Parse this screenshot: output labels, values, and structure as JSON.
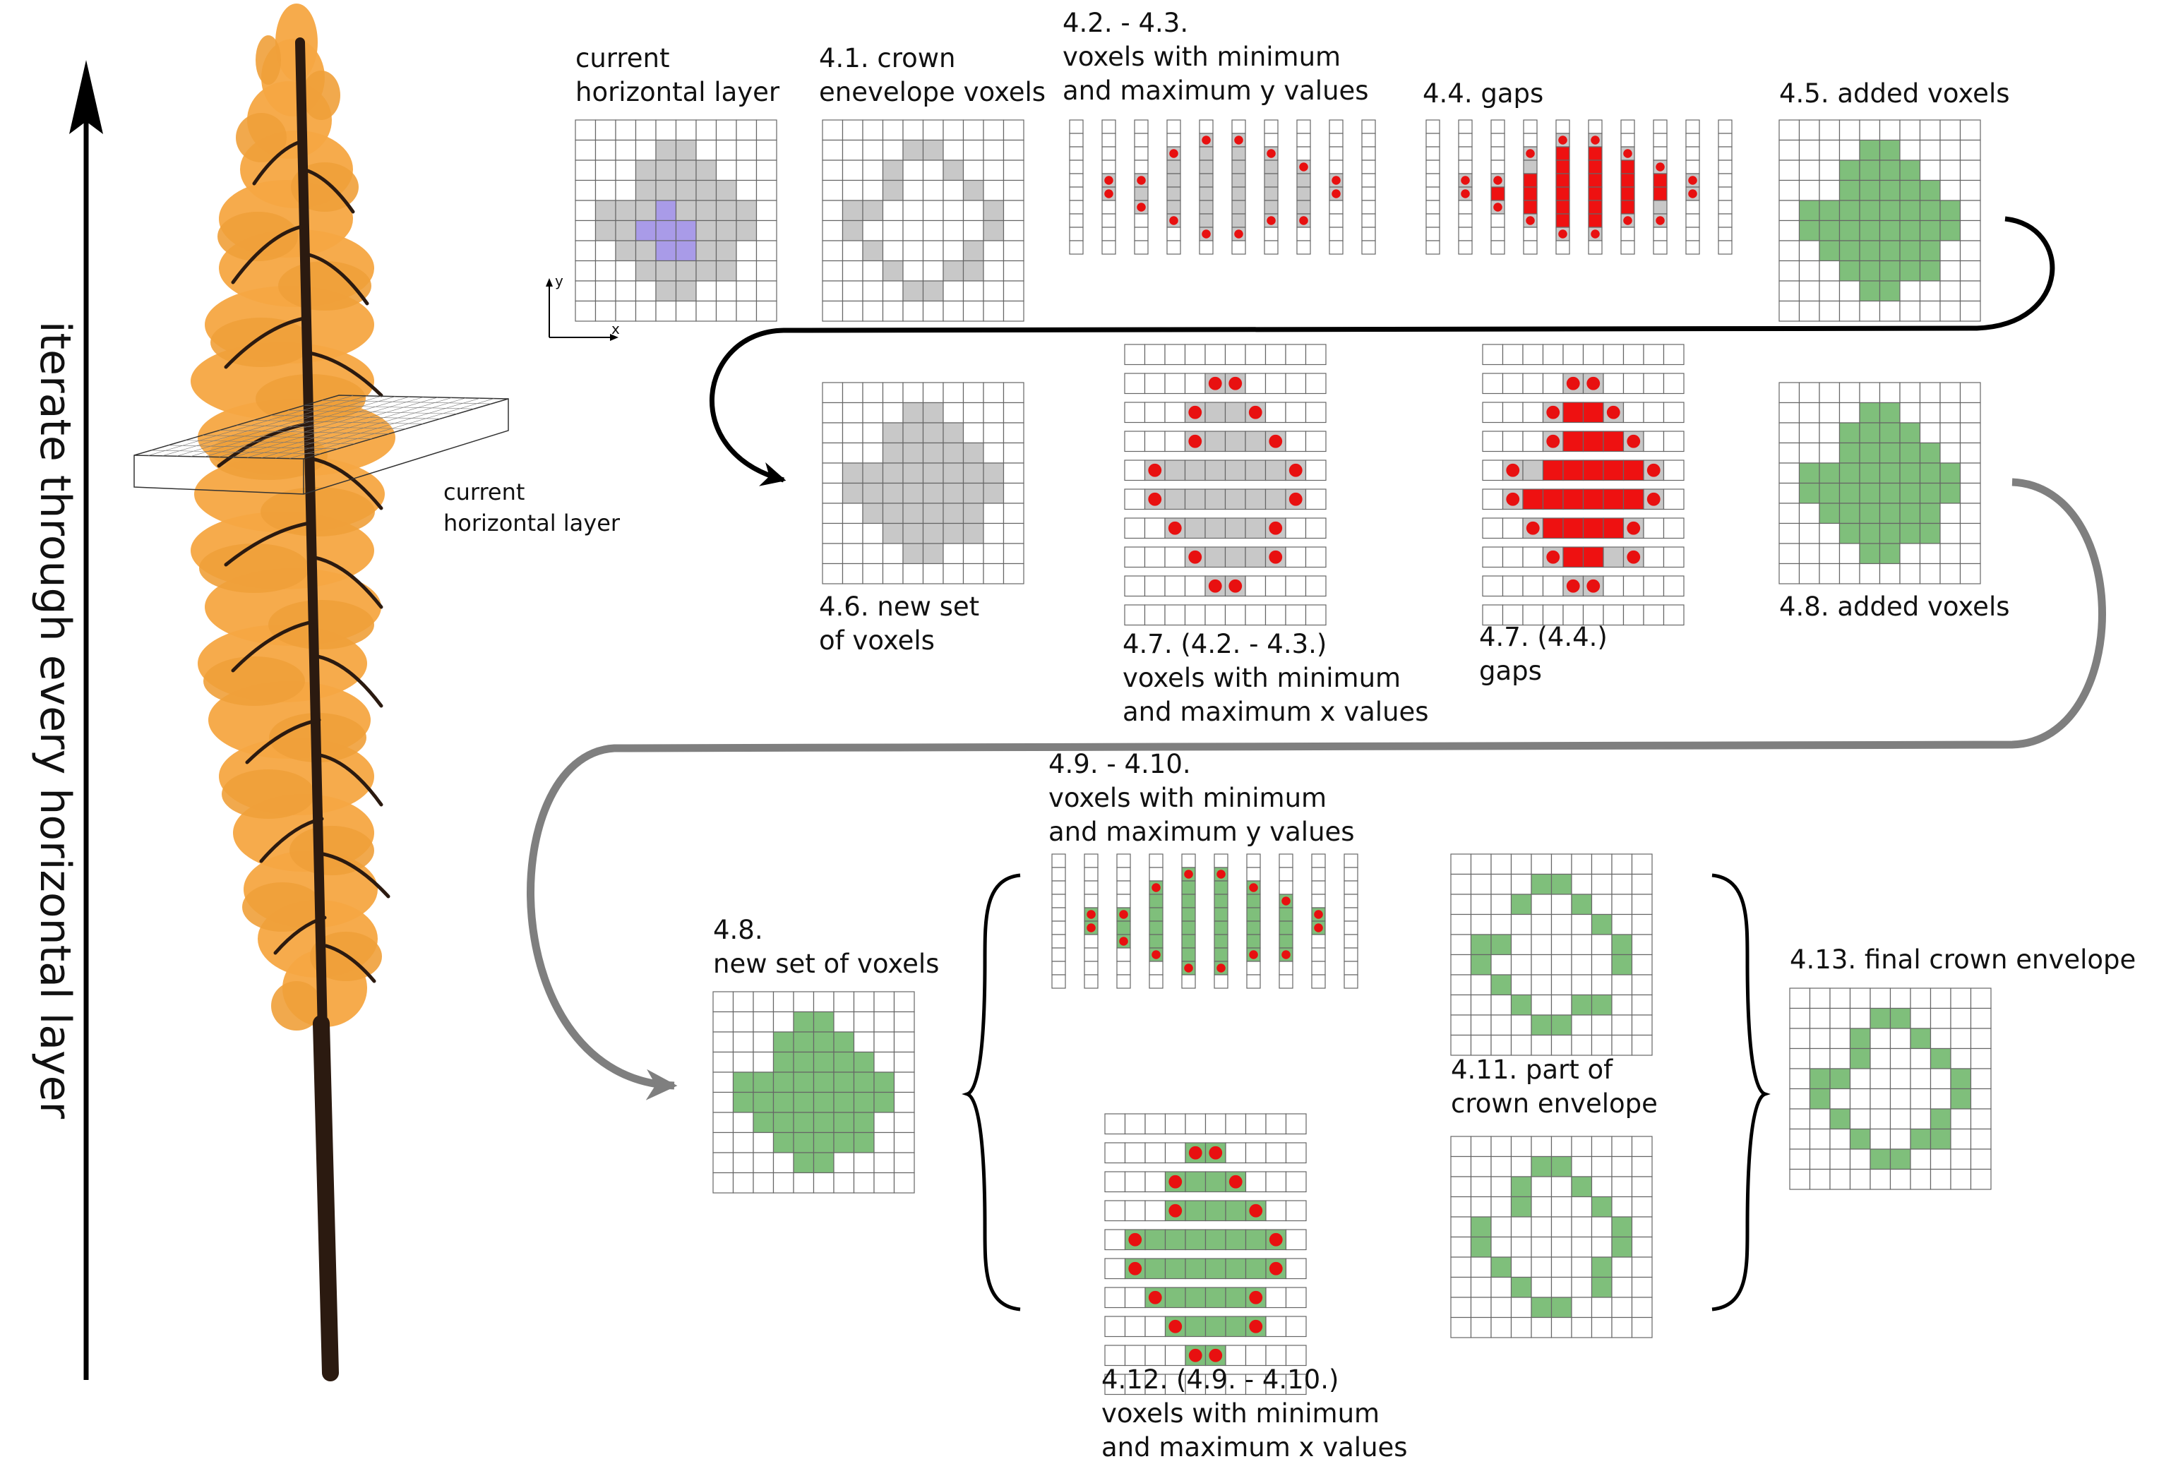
{
  "side_label": "iterate through every horizontal layer",
  "tree_layer_label": [
    "current",
    "horizontal layer"
  ],
  "axis_x": "x",
  "axis_y": "y",
  "colors": {
    "grid_line": "#666666",
    "envelope_gray": "#c8c8c8",
    "current_purple": "#a99be8",
    "gap_red": "#ee1111",
    "marker_red": "#e81010",
    "added_green": "#7fbf7b",
    "tree_orange": "#f5a742",
    "trunk_dark": "#2b1a10",
    "arrow_black": "#000000",
    "arrow_gray": "#7f7f7f"
  },
  "panels": [
    {
      "id": "p-current",
      "label": [
        "current",
        "horizontal layer"
      ]
    },
    {
      "id": "p41",
      "label": [
        "4.1. crown",
        "enevelope voxels"
      ]
    },
    {
      "id": "p42",
      "label": [
        "4.2. - 4.3.",
        "voxels with minimum",
        "and maximum y values"
      ]
    },
    {
      "id": "p44",
      "label": [
        "4.4. gaps"
      ]
    },
    {
      "id": "p45",
      "label": [
        "4.5. added voxels"
      ]
    },
    {
      "id": "p46",
      "label": [
        "4.6. new set",
        "of voxels"
      ]
    },
    {
      "id": "p47a",
      "label": [
        "4.7. (4.2. - 4.3.)",
        "voxels with minimum",
        "and maximum x values"
      ]
    },
    {
      "id": "p47b",
      "label": [
        "4.7. (4.4.)",
        "gaps"
      ]
    },
    {
      "id": "p48a",
      "label": [
        "4.8. added voxels"
      ]
    },
    {
      "id": "p48b",
      "label": [
        "4.8.",
        "new set of voxels"
      ]
    },
    {
      "id": "p49",
      "label": [
        "4.9. - 4.10.",
        "voxels with minimum",
        "and maximum y values"
      ]
    },
    {
      "id": "p411",
      "label": [
        "4.11. part of",
        "crown envelope"
      ]
    },
    {
      "id": "p412",
      "label": [
        "4.12. (4.9. - 4.10.)",
        "voxels with minimum",
        "and maximum x values"
      ]
    },
    {
      "id": "p413",
      "label": [
        "4.13. final crown envelope"
      ]
    }
  ]
}
